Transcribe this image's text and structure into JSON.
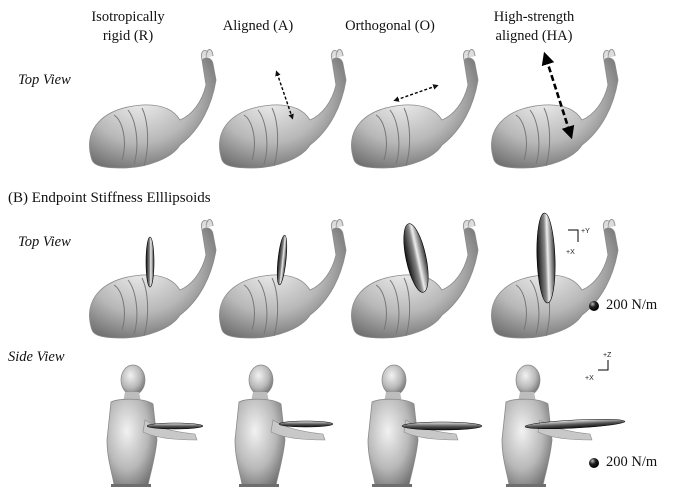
{
  "columns": [
    {
      "line1": "Isotropically",
      "line2": "rigid (R)"
    },
    {
      "line1": "",
      "line2": "Aligned (A)"
    },
    {
      "line1": "",
      "line2": "Orthogonal (O)"
    },
    {
      "line1": "High-strength",
      "line2": "aligned (HA)"
    }
  ],
  "rows": {
    "top_view_a": "Top View",
    "top_view_b": "Top View",
    "side_view": "Side View"
  },
  "section_b_title": "(B) Endpoint Stiffness Elllipsoids",
  "scale_bar": {
    "top": "200 N/m",
    "side": "200 N/m"
  },
  "axes": {
    "top": {
      "x": "+X",
      "y": "+Y"
    },
    "side": {
      "x": "+X",
      "z": "+Z"
    }
  }
}
